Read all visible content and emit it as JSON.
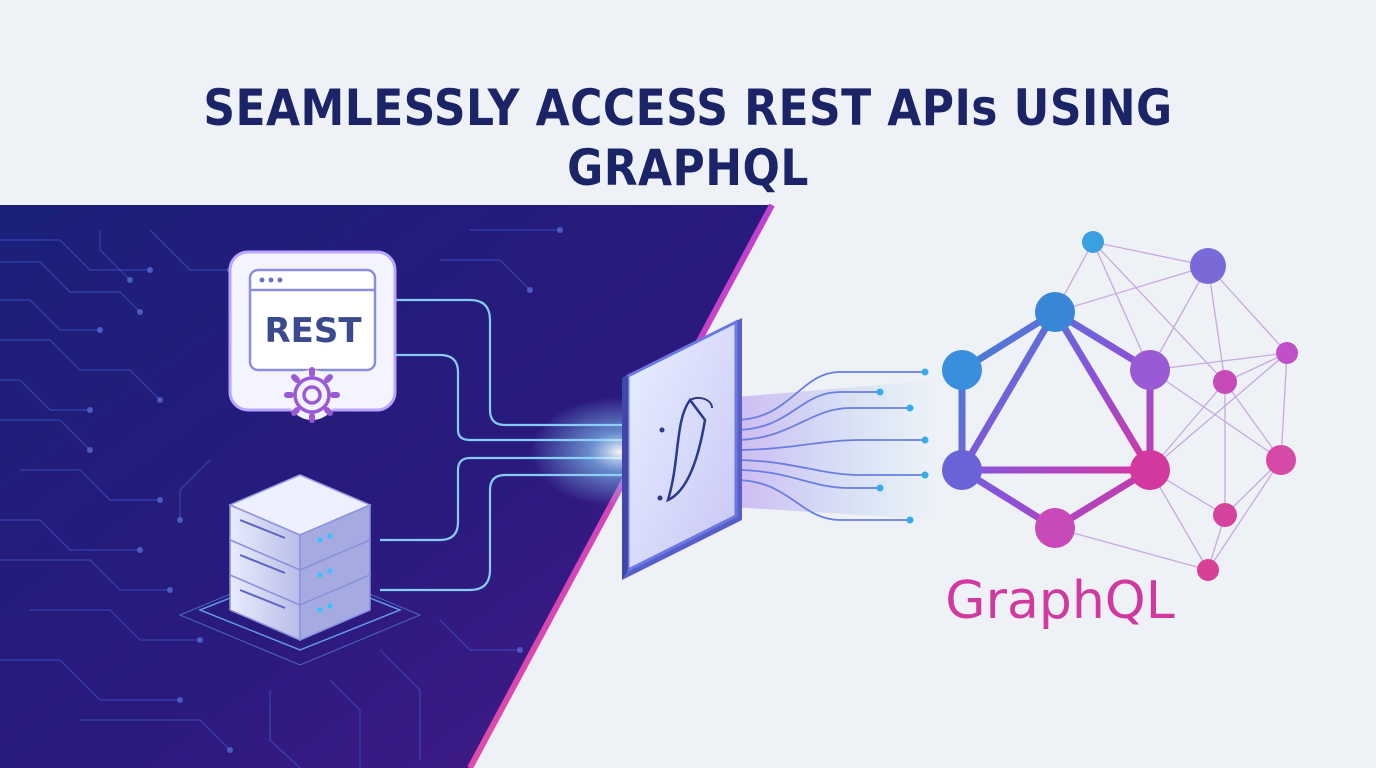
{
  "headline": "SEAMLESSLY ACCESS REST APIs USING GRAPHQL",
  "rest_label": "REST",
  "graphql_label": "GraphQL",
  "colors": {
    "headline": "#1a2466",
    "panel_dark": "#1c1f74",
    "panel_purple": "#4a1a8a",
    "edge_cyan": "#35b6f0",
    "edge_magenta": "#c23cc4",
    "graphql_magenta": "#d0399f",
    "graphql_blue": "#3a86d6",
    "background": "#eef2f7"
  },
  "icons": [
    "browser-window-icon",
    "gear-icon",
    "server-stack-icon",
    "gateway-panel-icon",
    "graphql-logo-icon"
  ]
}
